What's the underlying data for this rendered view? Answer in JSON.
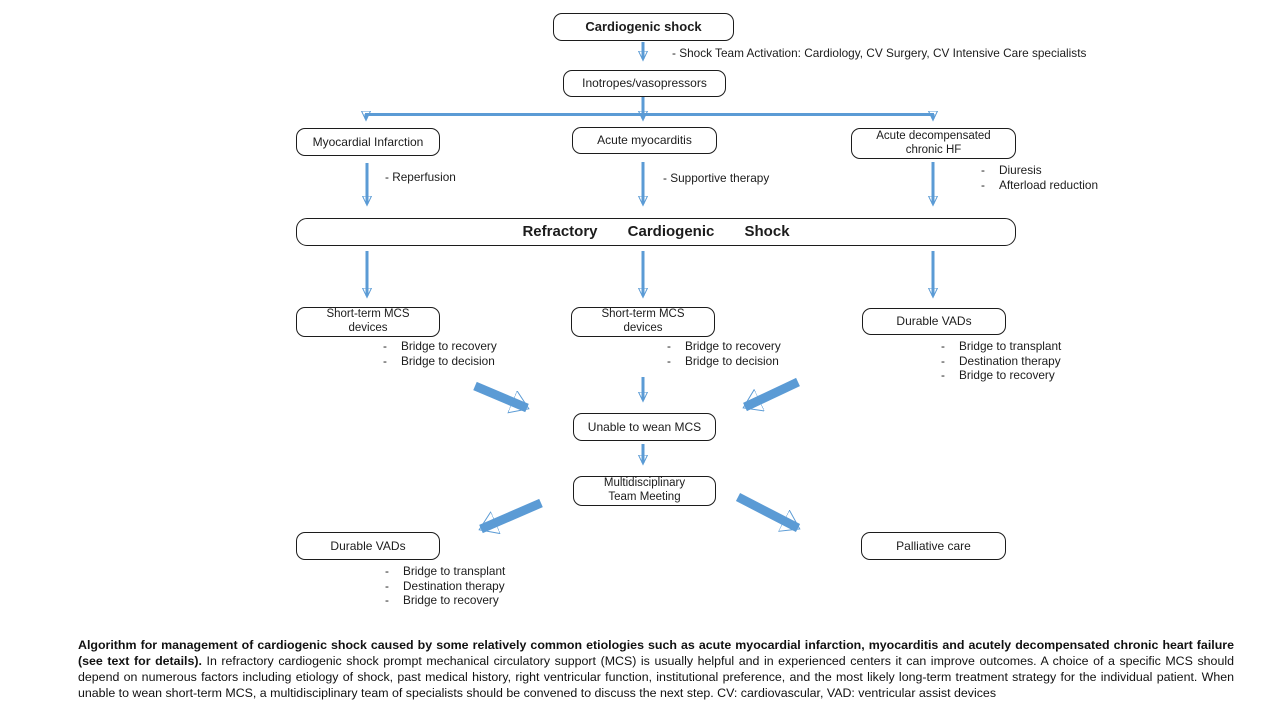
{
  "dash": "-",
  "colors": {
    "arrow": "#5B9BD5",
    "box_border": "#1c1c1c",
    "text": "#1c1c1c"
  },
  "diagram": {
    "boxes": {
      "cardiogenic_shock": "Cardiogenic shock",
      "inotropes": "Inotropes/vasopressors",
      "myocardial_infarction": "Myocardial Infarction",
      "acute_myocarditis": "Acute myocarditis",
      "acute_decompensated": "Acute decompensated\nchronic HF",
      "refractory": "Refractory Cardiogenic Shock",
      "short_term_mcs_left": "Short-term MCS\ndevices",
      "short_term_mcs_mid": "Short-term MCS\ndevices",
      "durable_vads_right": "Durable VADs",
      "unable_to_wean": "Unable to wean MCS",
      "team_meeting": "Multidisciplinary\nTeam Meeting",
      "durable_vads_bottom": "Durable VADs",
      "palliative_care": "Palliative care"
    },
    "annotations": {
      "shock_team": "- Shock Team Activation: Cardiology, CV Surgery, CV Intensive Care specialists",
      "reperfusion": "- Reperfusion",
      "supportive_therapy": "- Supportive therapy",
      "adhf_items": [
        "Diuresis",
        "Afterload reduction"
      ],
      "mcs_left_items": [
        "Bridge to recovery",
        "Bridge to decision"
      ],
      "mcs_mid_items": [
        "Bridge to recovery",
        "Bridge to decision"
      ],
      "vads_right_items": [
        "Bridge to transplant",
        "Destination therapy",
        "Bridge to recovery"
      ],
      "vads_bottom_items": [
        "Bridge to transplant",
        "Destination therapy",
        "Bridge to recovery"
      ]
    }
  },
  "caption": {
    "bold": "Algorithm for management of cardiogenic shock caused by some relatively common etiologies such as acute myocardial infarction, myocarditis and acutely decompensated chronic heart failure (see text for details).",
    "regular": " In refractory cardiogenic shock prompt mechanical circulatory support (MCS) is usually helpful and in experienced centers it can improve outcomes. A choice of a specific MCS should depend on numerous factors including etiology of shock, past medical history, right ventricular function, institutional preference, and the most likely long-term treatment strategy for the individual patient. When unable to wean short-term MCS, a multidisciplinary team of specialists should be convened to discuss the next step. CV: cardiovascular, VAD: ventricular assist devices"
  }
}
